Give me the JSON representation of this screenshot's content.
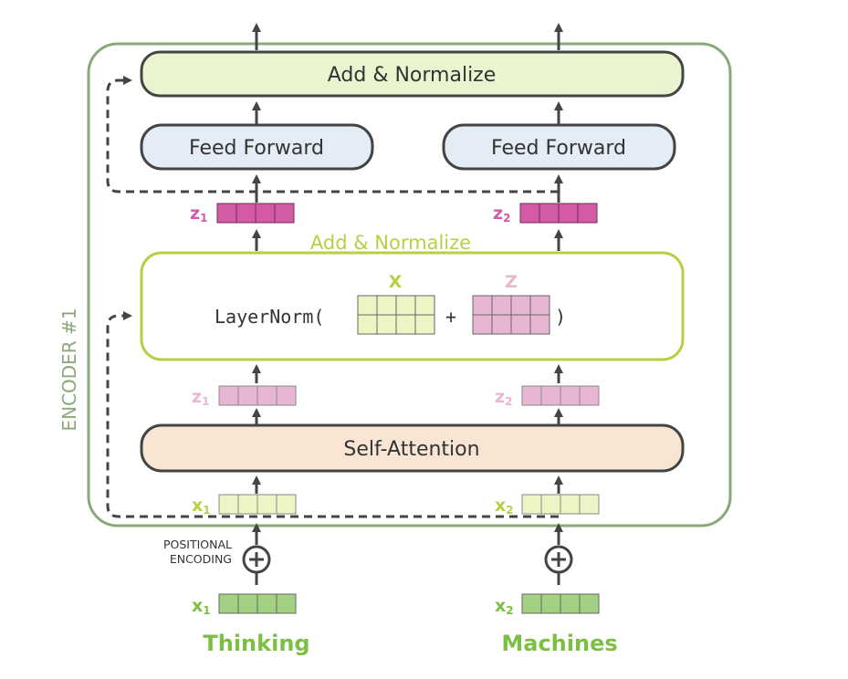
{
  "encoder_label": "ENCODER #1",
  "add_normalize_top": "Add & Normalize",
  "feed_forward_1": "Feed Forward",
  "feed_forward_2": "Feed Forward",
  "add_normalize_mid": "Add & Normalize",
  "layernorm_prefix": "LayerNorm(",
  "layernorm_plus": "+",
  "layernorm_suffix": ")",
  "matrix_x_label": "X",
  "matrix_z_label": "Z",
  "self_attention": "Self-Attention",
  "positional_encoding_line1": "POSITIONAL",
  "positional_encoding_line2": "ENCODING",
  "vectors": {
    "z_top_1": {
      "base": "z",
      "sub": "1"
    },
    "z_top_2": {
      "base": "z",
      "sub": "2"
    },
    "z_mid_1": {
      "base": "z",
      "sub": "1"
    },
    "z_mid_2": {
      "base": "z",
      "sub": "2"
    },
    "x_in_1": {
      "base": "x",
      "sub": "1"
    },
    "x_in_2": {
      "base": "x",
      "sub": "2"
    },
    "x_emb_1": {
      "base": "x",
      "sub": "1"
    },
    "x_emb_2": {
      "base": "x",
      "sub": "2"
    }
  },
  "words": [
    "Thinking",
    "Machines"
  ],
  "colors": {
    "encoder_border": "#8aa97a",
    "add_norm_fill": "#eaf5cf",
    "ffn_fill": "#e4ecf6",
    "self_attn_fill": "#f9e5d4",
    "layernorm_border": "#b8cf45",
    "z_strong": "#d35aa6",
    "z_light": "#e8b5d3",
    "x_light": "#eef5c4",
    "x_emb": "#a3d083",
    "word_green": "#7bc043"
  }
}
